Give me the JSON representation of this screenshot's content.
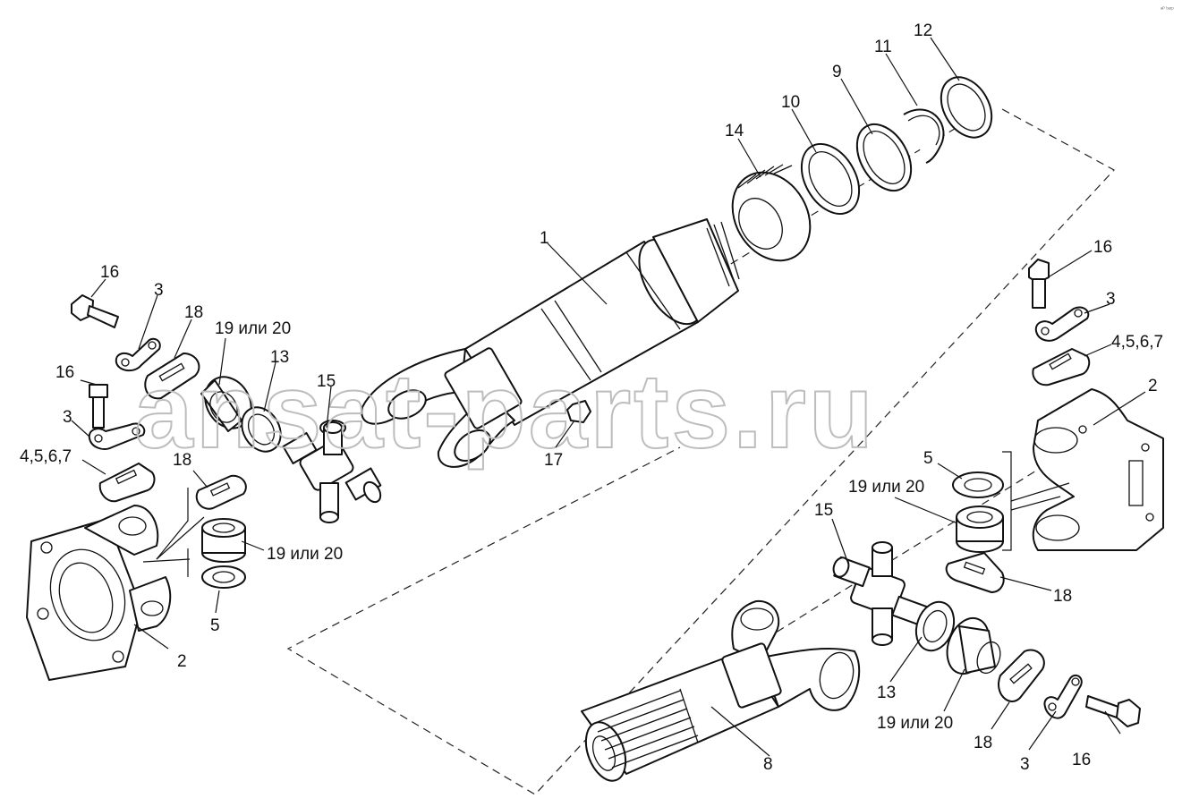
{
  "corner_mark": "ᵃᴾ ᵇᵃʳᵖ",
  "watermark": "ansat-parts.ru",
  "labels": {
    "p1": "1",
    "p2_left": "2",
    "p2_right": "2",
    "p3_top_left": "3",
    "p3_mid_left": "3",
    "p3_right": "3",
    "p3_bottom": "3",
    "p4567_left": "4,5,6,7",
    "p4567_right": "4,5,6,7",
    "p5_left": "5",
    "p5_right": "5",
    "p8": "8",
    "p9": "9",
    "p10": "10",
    "p11": "11",
    "p12": "12",
    "p13_left": "13",
    "p13_right": "13",
    "p14": "14",
    "p15_left": "15",
    "p15_right": "15",
    "p16_top_left": "16",
    "p16_mid_left": "16",
    "p16_right": "16",
    "p16_bottom": "16",
    "p17": "17",
    "p18_top_left": "18",
    "p18_mid_left": "18",
    "p18_right": "18",
    "p18_bottom": "18",
    "p1920_top_left": "19 или 20",
    "p1920_mid_left": "19 или 20",
    "p1920_right": "19 или 20",
    "p1920_bottom": "19 или 20"
  }
}
